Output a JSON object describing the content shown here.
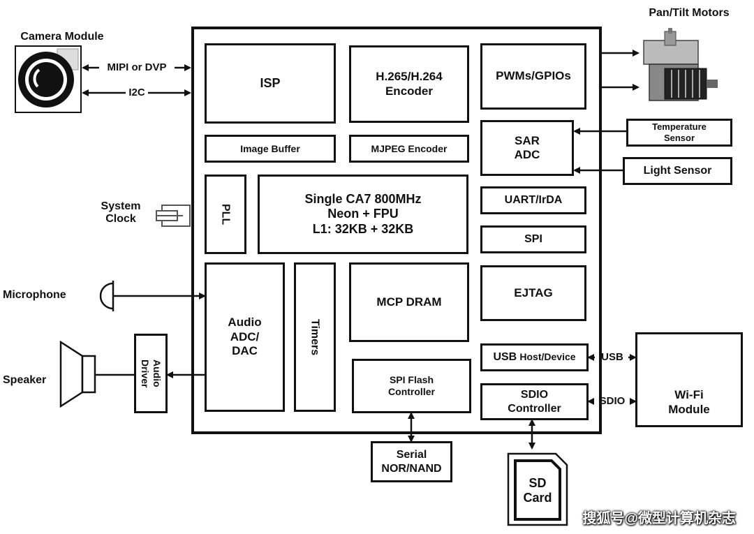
{
  "blocks": {
    "isp": "ISP",
    "encoder": "H.265/H.264\nEncoder",
    "pwm": "PWMs/GPIOs",
    "image_buffer": "Image Buffer",
    "mjpeg": "MJPEG Encoder",
    "sar_adc": "SAR\nADC",
    "pll": "PLL",
    "cpu": "Single CA7 800MHz\nNeon + FPU\nL1: 32KB + 32KB",
    "uart": "UART/IrDA",
    "spi": "SPI",
    "audio": "Audio\nADC/\nDAC",
    "timers": "Timers",
    "dram": "MCP DRAM",
    "ejtag": "EJTAG",
    "usb_a": "USB",
    "usb_b": "Host/Device",
    "spi_flash": "SPI Flash\nController",
    "sdio": "SDIO\nController"
  },
  "external": {
    "camera": "Camera Module",
    "mipi": "MIPI or DVP",
    "i2c": "I2C",
    "pan_tilt": "Pan/Tilt Motors",
    "temp_sensor": "Temperature\nSensor",
    "light_sensor": "Light Sensor",
    "system_clock": "System\nClock",
    "microphone": "Microphone",
    "speaker": "Speaker",
    "audio_driver": "Audio\nDriver",
    "wifi": "Wi-Fi\nModule",
    "usb": "USB",
    "sdio": "SDIO",
    "serial": "Serial\nNOR/NAND",
    "sd_card": "SD\nCard"
  },
  "watermark": "搜狐号@微型计算机杂志"
}
